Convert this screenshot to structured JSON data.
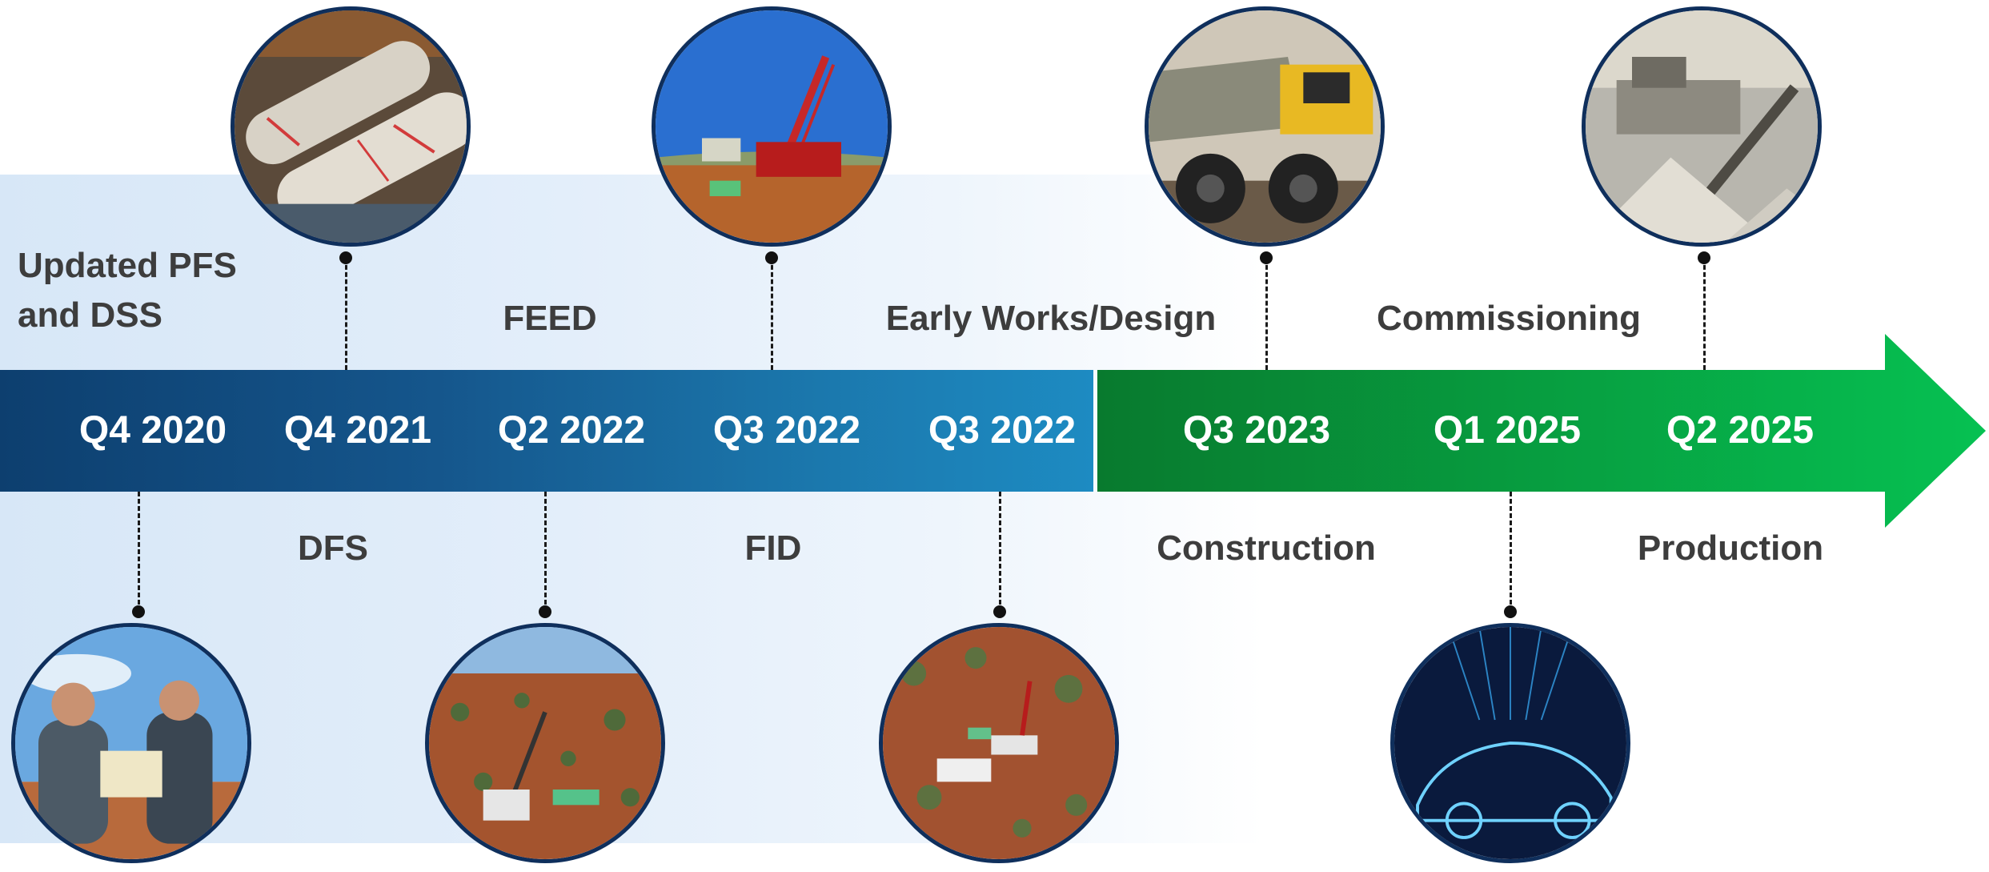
{
  "colors": {
    "blue_bar_start": "#0d3f6f",
    "blue_bar_end": "#1d8bc2",
    "green_arrow_start": "#087a2e",
    "green_arrow_end": "#06c152",
    "background_panel": "#dbe9f8",
    "text_dark": "#3d3d3d",
    "circle_border": "#0f2f5c"
  },
  "milestones": [
    {
      "date": "Q4 2020",
      "phase": "Updated PFS\nand DSS",
      "icon": "geologists-with-map-photo"
    },
    {
      "date": "Q4 2021",
      "phase": "DFS",
      "icon": "drill-core-samples-photo"
    },
    {
      "date": "Q2 2022",
      "phase": "FEED",
      "icon": "aerial-drill-site-photo"
    },
    {
      "date": "Q3 2022",
      "phase": "FID",
      "icon": "drill-rig-photo"
    },
    {
      "date": "Q3 2022",
      "phase": "Early Works/Design",
      "icon": "aerial-drill-pad-photo"
    },
    {
      "date": "Q3 2023",
      "phase": "Construction",
      "icon": "mining-haul-truck-photo"
    },
    {
      "date": "Q1 2025",
      "phase": "Commissioning",
      "icon": "electric-vehicle-graphic"
    },
    {
      "date": "Q2 2025",
      "phase": "Production",
      "icon": "processing-plant-photo"
    }
  ]
}
